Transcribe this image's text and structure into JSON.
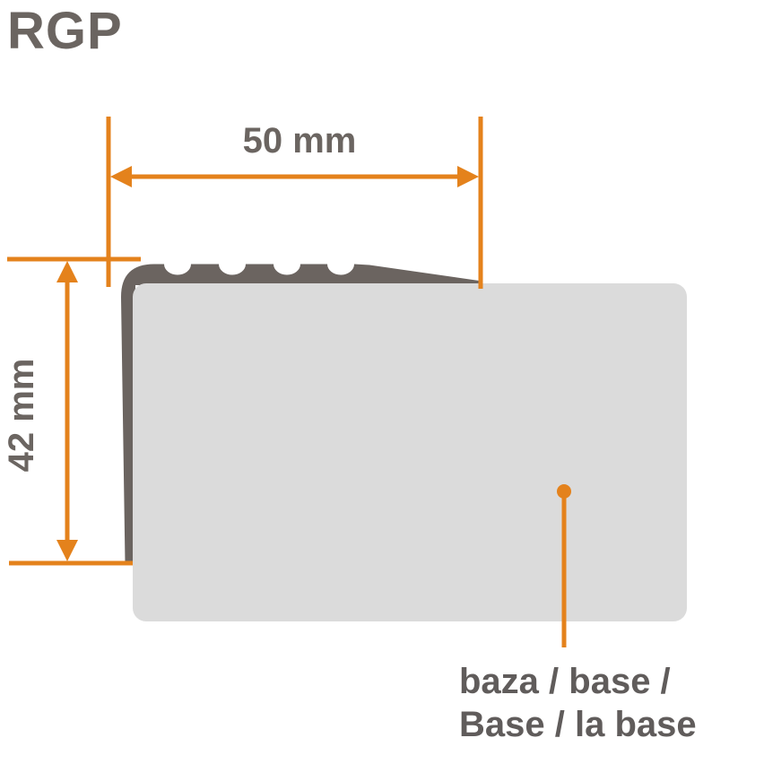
{
  "title": "RGP",
  "colors": {
    "accent_orange": "#E4821C",
    "profile_gray": "#6B6460",
    "base_gray": "#DBDBDB",
    "title_gray": "#6B6561",
    "dim_text_gray": "#6B6561",
    "label_gray": "#605C5B",
    "background": "#FFFFFF"
  },
  "dimensions": {
    "width": {
      "label": "50 mm"
    },
    "height": {
      "label": "42 mm"
    }
  },
  "callout": {
    "line1": "baza / base /",
    "line2": "Base / la base"
  }
}
